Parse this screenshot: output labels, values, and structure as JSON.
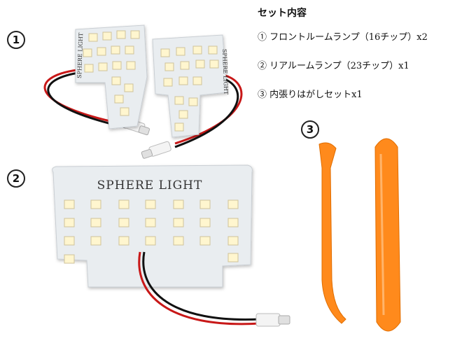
{
  "contents": {
    "heading": "セット内容",
    "items": [
      "① フロントルームランプ（16チップ）x2",
      "② リアルームランプ（23チップ）x1",
      "③ 内張りはがしセットx1"
    ]
  },
  "badges": [
    "1",
    "2",
    "3"
  ],
  "board_labels": {
    "front": "SPHERE LIGHT",
    "rear": "SPHERE LIGHT"
  },
  "colors": {
    "board": "#e9edf0",
    "led_chip": "#fff6cf",
    "wire_red": "#c81818",
    "tool_orange": "#ff8a1c"
  }
}
